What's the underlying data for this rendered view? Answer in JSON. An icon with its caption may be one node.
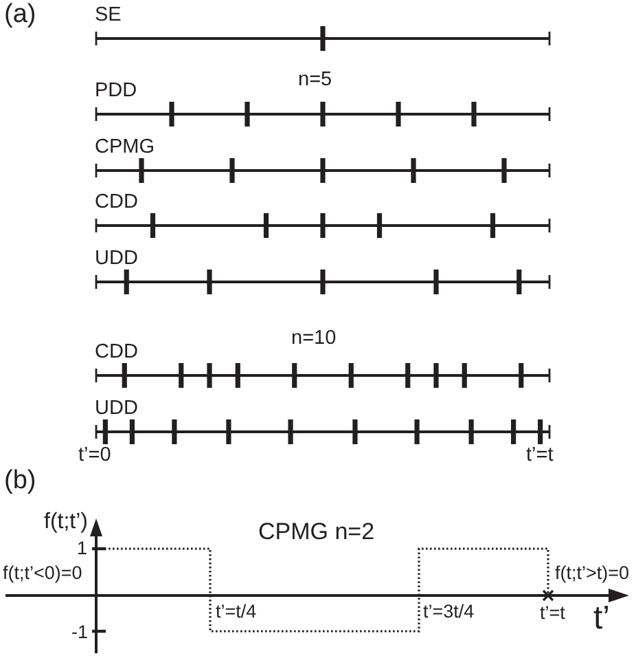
{
  "diagram": {
    "labels": [
      "(a)",
      "SE",
      "n=5",
      "PDD",
      "CPMG",
      "CDD",
      "UDD",
      "n=10",
      "CDD",
      "UDD",
      "t’=0",
      "t’=t",
      "(b)",
      "f(t;t’)",
      "CPMG n=2",
      "1",
      "f(t;t’<0)=0",
      "f(t;t’>t)=0",
      "t’=t/4",
      "t’=3t/4",
      "t’=t",
      "t’",
      "-1"
    ]
  }
}
